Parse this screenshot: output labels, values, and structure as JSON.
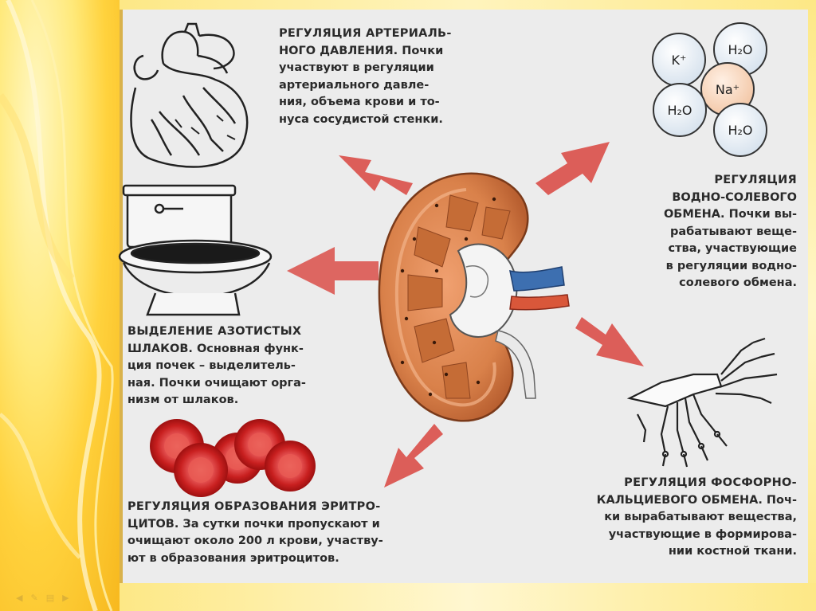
{
  "blocks": {
    "pressure": {
      "heading": "РЕГУЛЯЦИЯ АРТЕРИАЛЬ-",
      "lines": [
        "НОГО ДАВЛЕНИЯ. Почки",
        "участвуют в регуляции",
        "артериального давле-",
        "ния, объема крови и то-",
        "нуса сосудистой стенки."
      ]
    },
    "water_salt": {
      "heading": "РЕГУЛЯЦИЯ",
      "lines": [
        "ВОДНО-СОЛЕВОГО",
        "ОБМЕНА. Почки вы-",
        "рабатывают веще-",
        "ства, участвующие",
        "в регуляции водно-",
        "солевого обмена."
      ]
    },
    "excretion": {
      "heading": "ВЫДЕЛЕНИЕ АЗОТИСТЫХ",
      "lines": [
        "ШЛАКОВ. Основная функ-",
        "ция почек – выделитель-",
        "ная. Почки очищают орга-",
        "низм от шлаков."
      ]
    },
    "erythro": {
      "heading": "РЕГУЛЯЦИЯ ОБРАЗОВАНИЯ ЭРИТРО-",
      "lines": [
        "ЦИТОВ. За сутки почки пропускают и",
        "очищают около 200 л крови, участву-",
        "ют в образования эритроцитов."
      ]
    },
    "phosphorus": {
      "heading": "РЕГУЛЯЦИЯ ФОСФОРНО-",
      "lines": [
        "КАЛЬЦИЕВОГО ОБМЕНА. Поч-",
        "ки вырабатывают вещества,",
        "участвующие в формирова-",
        "нии костной ткани."
      ]
    }
  },
  "ions": {
    "k": "K⁺",
    "na": "Na⁺",
    "h2o_top": "H₂O",
    "h2o_left": "H₂O",
    "h2o_bottom": "H₂O"
  },
  "colors": {
    "panel": "#ececec",
    "arrow": "#d9534f",
    "kidney": "#d9814a",
    "blood_cell": "#d92b2b",
    "border_gold": "#ffd23d"
  }
}
